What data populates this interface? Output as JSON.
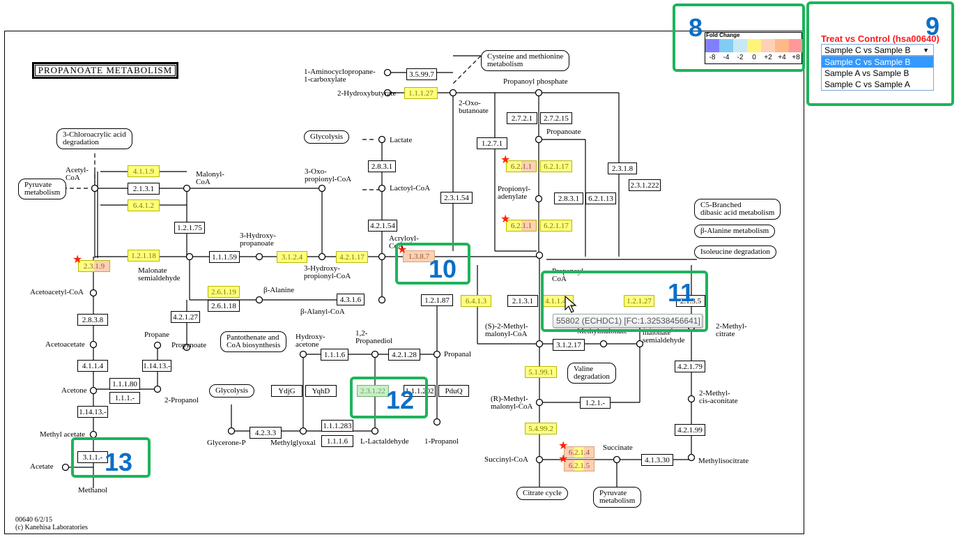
{
  "map": {
    "title": "PROPANOATE METABOLISM",
    "footer_line1": "00640 6/2/15",
    "footer_line2": "(c) Kanehisa Laboratories"
  },
  "legend": {
    "title": "Fold Change",
    "colors": [
      "#8080ff",
      "#80ccf5",
      "#c8e8f5",
      "#fff47a",
      "#ffd0b8",
      "#ffb888",
      "#ff9898"
    ],
    "labels": [
      "-8",
      "-4",
      "-2",
      "0",
      "+2",
      "+4",
      "+8"
    ]
  },
  "comparison": {
    "title": "Treat vs Control (hsa00640)",
    "selected": "Sample C vs Sample B",
    "options": [
      "Sample C vs Sample B",
      "Sample A vs Sample B",
      "Sample C vs Sample A"
    ]
  },
  "tooltip": "55802 (ECHDC1) [FC:1.32538456641]",
  "highlights": [
    "8",
    "9",
    "10",
    "11",
    "12",
    "13"
  ],
  "enzymes": [
    {
      "id": "3.5.99.7",
      "label": "3.5.99.7",
      "state": "none"
    },
    {
      "id": "1.1.1.27",
      "label": "1.1.1.27",
      "state": "up"
    },
    {
      "id": "4.1.1.9",
      "label": "4.1.1.9",
      "state": "up"
    },
    {
      "id": "2.1.3.1a",
      "label": "2.1.3.1",
      "state": "none"
    },
    {
      "id": "6.4.1.2",
      "label": "6.4.1.2",
      "state": "up"
    },
    {
      "id": "1.2.1.75",
      "label": "1.2.1.75",
      "state": "none"
    },
    {
      "id": "1.2.1.18",
      "label": "1.2.1.18",
      "state": "up"
    },
    {
      "id": "2.3.1.9",
      "label": "2.3.1.9",
      "state": "mixed",
      "starred": true
    },
    {
      "id": "1.1.1.59",
      "label": "1.1.1.59",
      "state": "none"
    },
    {
      "id": "3.1.2.4",
      "label": "3.1.2.4",
      "state": "up"
    },
    {
      "id": "4.2.1.17",
      "label": "4.2.1.17",
      "state": "up"
    },
    {
      "id": "1.3.8.7",
      "label": "1.3.8.7",
      "state": "high",
      "starred": true
    },
    {
      "id": "2.6.1.19",
      "label": "2.6.1.19",
      "state": "up"
    },
    {
      "id": "2.6.1.18",
      "label": "2.6.1.18",
      "state": "none"
    },
    {
      "id": "4.3.1.6",
      "label": "4.3.1.6",
      "state": "none"
    },
    {
      "id": "4.2.1.27",
      "label": "4.2.1.27",
      "state": "none"
    },
    {
      "id": "2.8.3.8",
      "label": "2.8.3.8",
      "state": "none"
    },
    {
      "id": "4.1.1.4",
      "label": "4.1.1.4",
      "state": "none"
    },
    {
      "id": "1.14.13a",
      "label": "1.14.13.-",
      "state": "none"
    },
    {
      "id": "1.1.1.80",
      "label": "1.1.1.80",
      "state": "none"
    },
    {
      "id": "1.1.1.-",
      "label": "1.1.1.-",
      "state": "none"
    },
    {
      "id": "1.14.13b",
      "label": "1.14.13.-",
      "state": "none"
    },
    {
      "id": "3.1.1.-",
      "label": "3.1.1.-",
      "state": "none"
    },
    {
      "id": "2.8.3.1a",
      "label": "2.8.3.1",
      "state": "none"
    },
    {
      "id": "4.2.1.54",
      "label": "4.2.1.54",
      "state": "none"
    },
    {
      "id": "2.3.1.54",
      "label": "2.3.1.54",
      "state": "none"
    },
    {
      "id": "1.2.1.87",
      "label": "1.2.1.87",
      "state": "none"
    },
    {
      "id": "1.1.1.6a",
      "label": "1.1.1.6",
      "state": "none"
    },
    {
      "id": "4.2.1.28",
      "label": "4.2.1.28",
      "state": "none"
    },
    {
      "id": "YdjG",
      "label": "YdjG",
      "state": "none"
    },
    {
      "id": "YqhD",
      "label": "YqhD",
      "state": "none"
    },
    {
      "id": "2.3.1.22",
      "label": "2.3.1.22",
      "state": "down"
    },
    {
      "id": "1.1.1.202",
      "label": "1.1.1.202",
      "state": "none"
    },
    {
      "id": "PduQ",
      "label": "PduQ",
      "state": "none"
    },
    {
      "id": "4.2.3.3",
      "label": "4.2.3.3",
      "state": "none"
    },
    {
      "id": "1.1.1.283",
      "label": "1.1.1.283",
      "state": "none"
    },
    {
      "id": "1.1.1.6b",
      "label": "1.1.1.6",
      "state": "none"
    },
    {
      "id": "2.7.2.1",
      "label": "2.7.2.1",
      "state": "none"
    },
    {
      "id": "2.7.2.15",
      "label": "2.7.2.15",
      "state": "none"
    },
    {
      "id": "1.2.7.1",
      "label": "1.2.7.1",
      "state": "none"
    },
    {
      "id": "6.2.1.1a",
      "label": "6.2.1.1",
      "state": "mixed",
      "starred": true
    },
    {
      "id": "6.2.1.17a",
      "label": "6.2.1.17",
      "state": "up"
    },
    {
      "id": "2.8.3.1b",
      "label": "2.8.3.1",
      "state": "none"
    },
    {
      "id": "6.2.1.13",
      "label": "6.2.1.13",
      "state": "none"
    },
    {
      "id": "6.2.1.1b",
      "label": "6.2.1.1",
      "state": "mixed",
      "starred": true
    },
    {
      "id": "6.2.1.17b",
      "label": "6.2.1.17",
      "state": "up"
    },
    {
      "id": "2.3.1.8",
      "label": "2.3.1.8",
      "state": "none"
    },
    {
      "id": "2.3.1.222",
      "label": "2.3.1.222",
      "state": "none"
    },
    {
      "id": "6.4.1.3",
      "label": "6.4.1.3",
      "state": "up"
    },
    {
      "id": "2.1.3.1b",
      "label": "2.1.3.1",
      "state": "none"
    },
    {
      "id": "4.1.1.41",
      "label": "4.1.1.41",
      "state": "up"
    },
    {
      "id": "1.2.1.27",
      "label": "1.2.1.27",
      "state": "up"
    },
    {
      "id": "2.1.3.5",
      "label": "2.1.3.5",
      "state": "none"
    },
    {
      "id": "3.1.2.17",
      "label": "3.1.2.17",
      "state": "none"
    },
    {
      "id": "5.1.99.1",
      "label": "5.1.99.1",
      "state": "up"
    },
    {
      "id": "1.2.1.-",
      "label": "1.2.1.-",
      "state": "none"
    },
    {
      "id": "5.4.99.2",
      "label": "5.4.99.2",
      "state": "up"
    },
    {
      "id": "6.2.1.4",
      "label": "6.2.1.4",
      "state": "tri",
      "starred": true
    },
    {
      "id": "6.2.1.5",
      "label": "6.2.1.5",
      "state": "tri",
      "starred": true
    },
    {
      "id": "4.1.3.30",
      "label": "4.1.3.30",
      "state": "none"
    },
    {
      "id": "4.2.1.79",
      "label": "4.2.1.79",
      "state": "none"
    },
    {
      "id": "4.2.1.99",
      "label": "4.2.1.99",
      "state": "none"
    }
  ],
  "compounds": [
    "1-Aminocyclopropane-\n1-carboxylate",
    "2-Hydroxybutyrate",
    "2-Oxo-\nbutanoate",
    "Propanoyl phosphate",
    "Propanoate",
    "Propionyl-\nadenylate",
    "Lactate",
    "Lactoyl-CoA",
    "Acetyl-\nCoA",
    "Malonyl-\nCoA",
    "3-Oxo-\npropionyl-CoA",
    "3-Hydroxy-\npropanoate",
    "3-Hydroxy-\npropionyl-CoA",
    "Acryloyl-\nCoA",
    "Malonate\nsemialdehyde",
    "β-Alanine",
    "β-Alanyl-CoA",
    "Acetoacetyl-CoA",
    "Acetoacetate",
    "Propane",
    "Propynoate",
    "Acetone",
    "2-Propanol",
    "Methyl acetate",
    "Acetate",
    "Methanol",
    "Hydroxy-\nacetone",
    "1,2-\nPropanediol",
    "Propanal",
    "Glycerone-P",
    "Methylglyoxal",
    "L-Lactaldehyde",
    "1-Propanol",
    "Propanoyl-\nCoA",
    "(S)-2-Methyl-\nmalonyl-CoA",
    "Methylmalonate",
    "(S)-Methyl-\nmalonate\nsemialdehyde",
    "2-Methyl-\ncitrate",
    "(R)-Methyl-\nmalonyl-CoA",
    "2-Methyl-\ncis-aconitate",
    "Succinyl-CoA",
    "Succinate",
    "Methylisocitrate"
  ],
  "pathways": [
    "Cysteine and methionine\nmetabolism",
    "Glycolysis",
    "3-Chloroacrylic acid\ndegradation",
    "Pyruvate\nmetabolism",
    "C5-Branched\ndibasic acid metabolism",
    "β-Alanine metabolism",
    "Isoleucine degradation",
    "Pantothenate and\nCoA biosynthesis",
    "Glycolysis",
    "Valine\ndegradation",
    "Citrate cycle",
    "Pyruvate\nmetabolism"
  ]
}
